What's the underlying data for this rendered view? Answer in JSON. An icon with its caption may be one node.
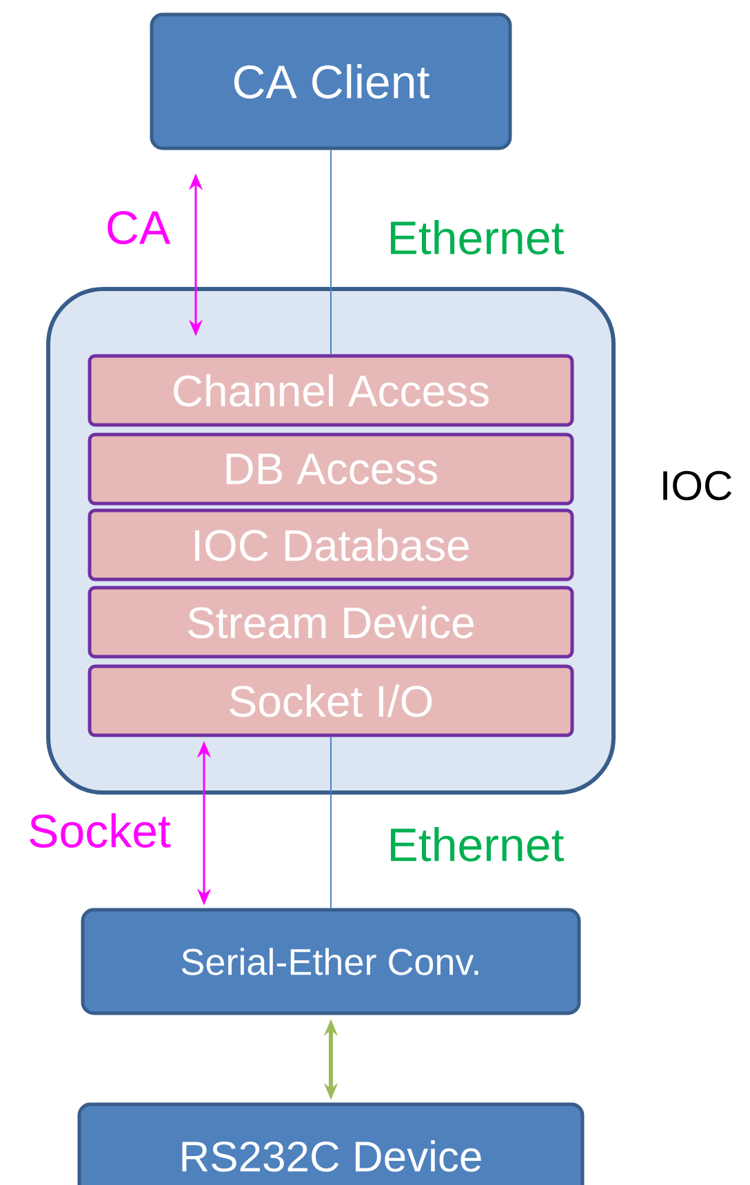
{
  "diagram": {
    "nodes": [
      {
        "text": [
          "CA Client"
        ]
      },
      {
        "text": [
          "IOC"
        ]
      },
      {
        "text": [
          "Channel Access"
        ],
        "in": 1
      },
      {
        "text": [
          "DB Access"
        ],
        "in": 1
      },
      {
        "text": [
          "IOC Database"
        ],
        "in": 1
      },
      {
        "text": [
          "Stream Device"
        ],
        "in": 1
      },
      {
        "text": [
          "Socket I/O"
        ],
        "in": 1
      },
      {
        "text": [
          "Serial-Ether Conv."
        ]
      },
      {
        "text": [
          "RS232C Device"
        ]
      }
    ],
    "edges": [
      {
        "from": 0,
        "to": 2,
        "arrow": "none",
        "label": "Ethernet"
      },
      {
        "from": 0,
        "to": 2,
        "arrow": "both",
        "label": "CA",
        "color": "#ff00ff"
      },
      {
        "from": 6,
        "to": 7,
        "arrow": "none",
        "label": "Ethernet"
      },
      {
        "from": 6,
        "to": 7,
        "arrow": "both",
        "label": "Socket",
        "color": "#ff00ff"
      },
      {
        "from": 7,
        "to": 8,
        "arrow": "both",
        "color": "#9bbb59",
        "style": "thick"
      }
    ]
  }
}
